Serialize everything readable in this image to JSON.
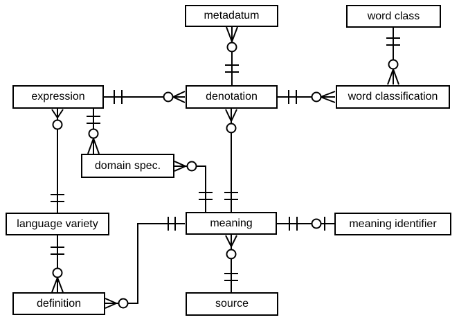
{
  "diagram": {
    "title": "lexical database entity-relationship diagram",
    "notation": "crows-foot",
    "background_color": "#ffffff",
    "line_color": "#000000",
    "box_fill_color": "#ffffff",
    "entities": [
      {
        "id": "metadatum",
        "label": "metadatum"
      },
      {
        "id": "word-class",
        "label": "word class"
      },
      {
        "id": "expression",
        "label": "expression"
      },
      {
        "id": "denotation",
        "label": "denotation"
      },
      {
        "id": "word-classification",
        "label": "word classification"
      },
      {
        "id": "domain-spec",
        "label": "domain spec."
      },
      {
        "id": "language-variety",
        "label": "language variety"
      },
      {
        "id": "meaning",
        "label": "meaning"
      },
      {
        "id": "meaning-identifier",
        "label": "meaning identifier"
      },
      {
        "id": "definition",
        "label": "definition"
      },
      {
        "id": "source",
        "label": "source"
      }
    ],
    "relationships": [
      {
        "a": "metadatum",
        "a_cardinality": "zero-or-many",
        "b": "denotation",
        "b_cardinality": "exactly-one"
      },
      {
        "a": "word class",
        "a_cardinality": "exactly-one",
        "b": "word classification",
        "b_cardinality": "zero-or-many"
      },
      {
        "a": "expression",
        "a_cardinality": "exactly-one",
        "b": "denotation",
        "b_cardinality": "zero-or-many"
      },
      {
        "a": "denotation",
        "a_cardinality": "exactly-one",
        "b": "word classification",
        "b_cardinality": "zero-or-many"
      },
      {
        "a": "expression",
        "a_cardinality": "zero-or-many",
        "b": "language variety",
        "b_cardinality": "exactly-one"
      },
      {
        "a": "expression",
        "a_cardinality": "exactly-one",
        "b": "domain spec.",
        "b_cardinality": "zero-or-many"
      },
      {
        "a": "language variety",
        "a_cardinality": "exactly-one",
        "b": "definition",
        "b_cardinality": "zero-or-many"
      },
      {
        "a": "domain spec.",
        "a_cardinality": "zero-or-many",
        "b": "meaning",
        "b_cardinality": "exactly-one"
      },
      {
        "a": "denotation",
        "a_cardinality": "zero-or-many",
        "b": "meaning",
        "b_cardinality": "exactly-one"
      },
      {
        "a": "definition",
        "a_cardinality": "zero-or-many",
        "b": "meaning",
        "b_cardinality": "exactly-one"
      },
      {
        "a": "meaning",
        "a_cardinality": "exactly-one",
        "b": "meaning identifier",
        "b_cardinality": "zero-or-one"
      },
      {
        "a": "meaning",
        "a_cardinality": "zero-or-many",
        "b": "source",
        "b_cardinality": "exactly-one"
      }
    ]
  }
}
